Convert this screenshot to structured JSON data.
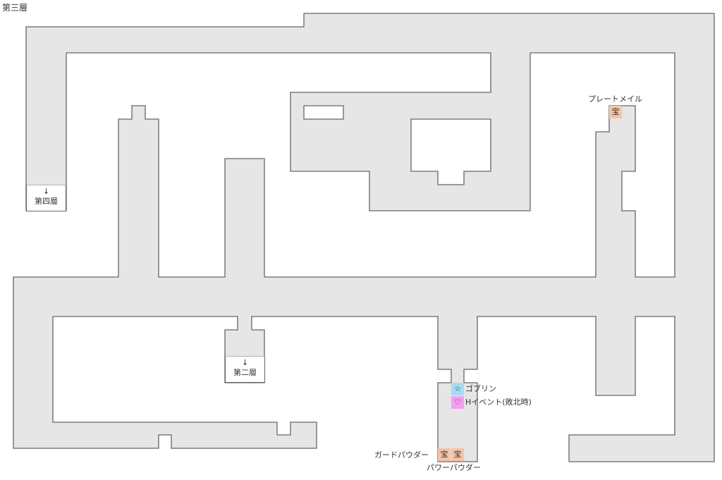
{
  "floor_title": "第三層",
  "stairs": [
    {
      "arrow": "↓",
      "label": "第四層"
    },
    {
      "arrow": "↓",
      "label": "第二層"
    }
  ],
  "markers": {
    "treasure_symbol": "宝",
    "enemy_symbol": "☆",
    "event_symbol": "♡"
  },
  "labels": {
    "plate_mail": "プレートメイル",
    "goblin": "ゴブリン",
    "h_event": "Hイベント(敗北時)",
    "guard_powder": "ガードパウダー",
    "power_powder": "パワーパウダー"
  },
  "colors": {
    "floor": "#e6e6e6",
    "wall": "#666666",
    "treasure": "#f5c3a6",
    "enemy": "#a6dcf2",
    "event": "#f2a0f2"
  }
}
